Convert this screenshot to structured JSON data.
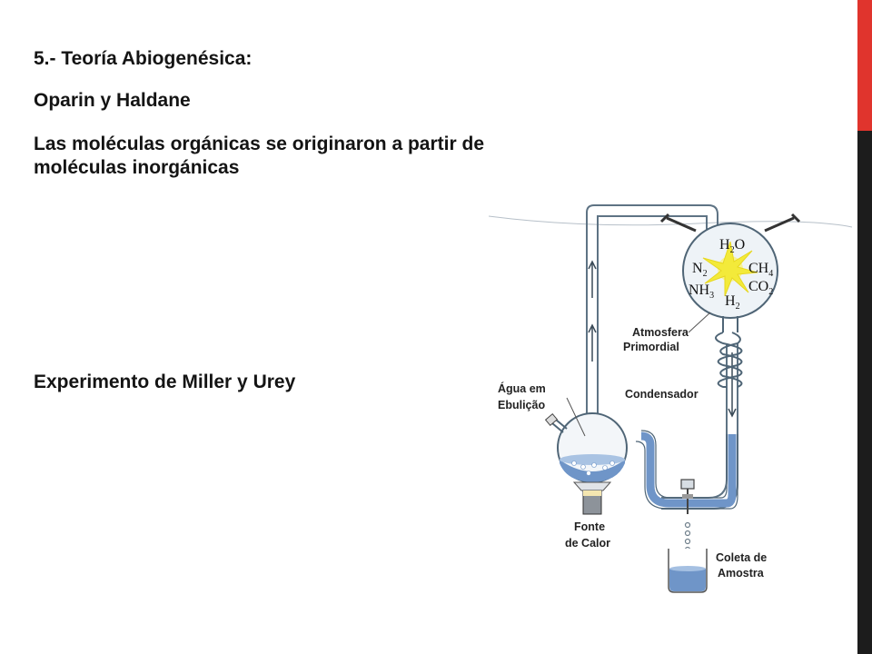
{
  "slide": {
    "title": "5.- Teoría Abiogenésica:",
    "subtitle": "Oparin y Haldane",
    "statement": "Las moléculas orgánicas se originaron a partir de moléculas inorgánicas",
    "experiment_label": "Experimento de Miller y Urey"
  },
  "diagram": {
    "labels": {
      "atmosphere_line1": "Atmosfera",
      "atmosphere_line2": "Primordial",
      "condenser": "Condensador",
      "boiling_line1": "Água em",
      "boiling_line2": "Ebulição",
      "heat_line1": "Fonte",
      "heat_line2": "de Calor",
      "sample_line1": "Coleta de",
      "sample_line2": "Amostra"
    },
    "gases": {
      "h2o_main": "H",
      "h2o_sub": "2",
      "h2o_end": "O",
      "n2_main": "N",
      "n2_sub": "2",
      "ch4_main": "CH",
      "ch4_sub": "4",
      "nh3_main": "NH",
      "nh3_sub": "3",
      "co2_main": "CO",
      "co2_sub": "2",
      "h2_main": "H",
      "h2_sub": "2"
    }
  },
  "colors": {
    "accent": "#e0342d",
    "sidebar": "#1c1c1c",
    "water": "#6f95c8",
    "spark": "#f3ea3a"
  }
}
